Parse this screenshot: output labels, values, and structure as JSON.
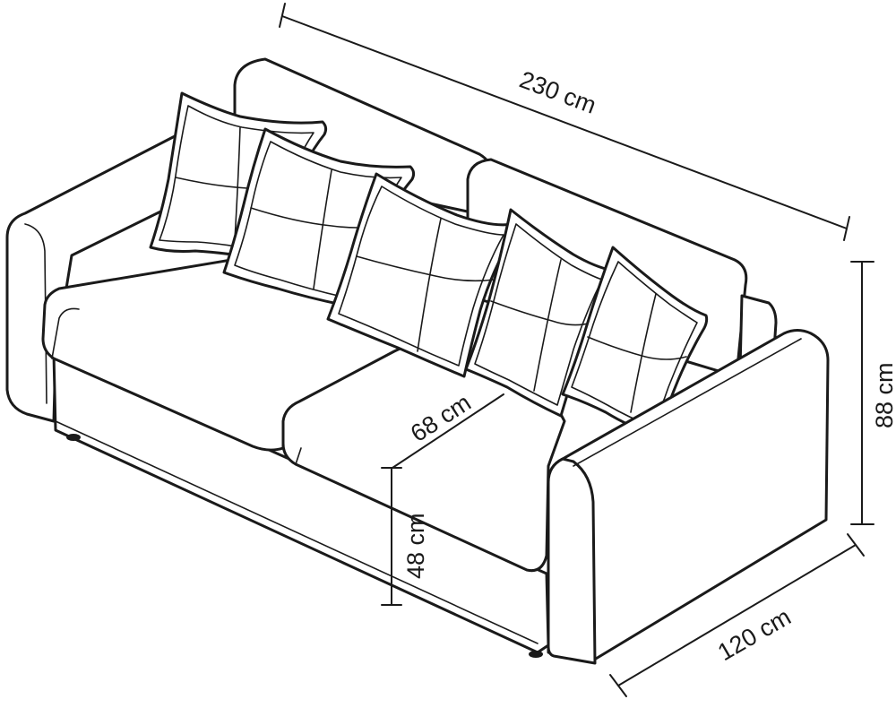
{
  "dimensions": {
    "width": "230 cm",
    "height": "88 cm",
    "depth": "120 cm",
    "seat_depth": "68 cm",
    "seat_height": "48 cm"
  }
}
